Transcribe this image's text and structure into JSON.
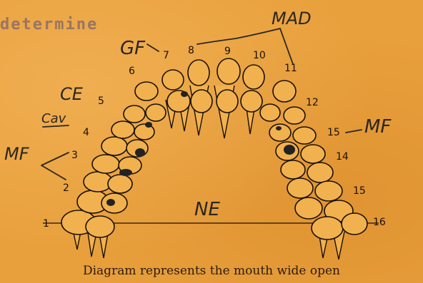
{
  "typed_text": "determine",
  "caption": "Diagram represents the mouth wide open",
  "tooth_numbers": {
    "n1": "1",
    "n2": "2",
    "n3": "3",
    "n4": "4",
    "n5": "5",
    "n6": "6",
    "n7": "7",
    "n8": "8",
    "n9": "9",
    "n10": "10",
    "n11": "11",
    "n12": "12",
    "n15a": "15",
    "n14": "14",
    "n15b": "15",
    "n16": "16"
  },
  "annotations": {
    "gf": "GF",
    "mad": "MAD",
    "ce": "CE",
    "cav": "Cav",
    "mf_left": "MF",
    "mf_right": "MF",
    "ne": "NE"
  },
  "colors": {
    "paper": "#e8a03c",
    "ink": "#1a1008",
    "pencil": "#2a2622"
  }
}
